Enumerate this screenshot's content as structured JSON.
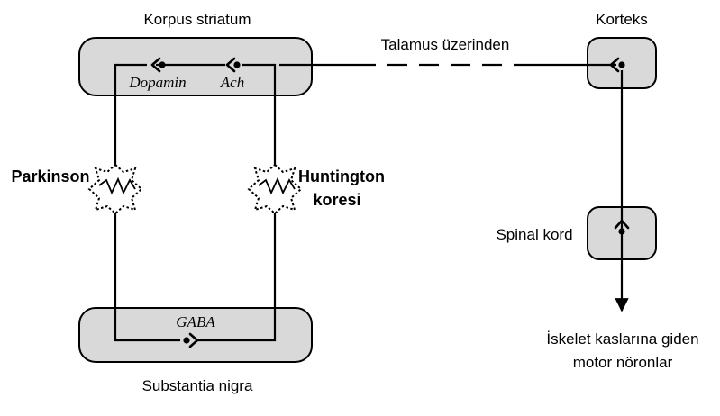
{
  "labels": {
    "corpus_striatum": "Korpus striatum",
    "thalamus_path": "Talamus üzerinden",
    "cortex": "Korteks",
    "parkinson": "Parkinson",
    "huntington_line1": "Huntington",
    "huntington_line2": "koresi",
    "spinal_cord": "Spinal kord",
    "substantia_nigra": "Substantia nigra",
    "motor_line1": "İskelet kaslarına giden",
    "motor_line2": "motor nöronlar",
    "dopamine": "Dopamin",
    "ach": "Ach",
    "gaba": "GABA"
  },
  "colors": {
    "box_fill": "#d9d9d9",
    "line": "#000000",
    "background": "#ffffff"
  }
}
